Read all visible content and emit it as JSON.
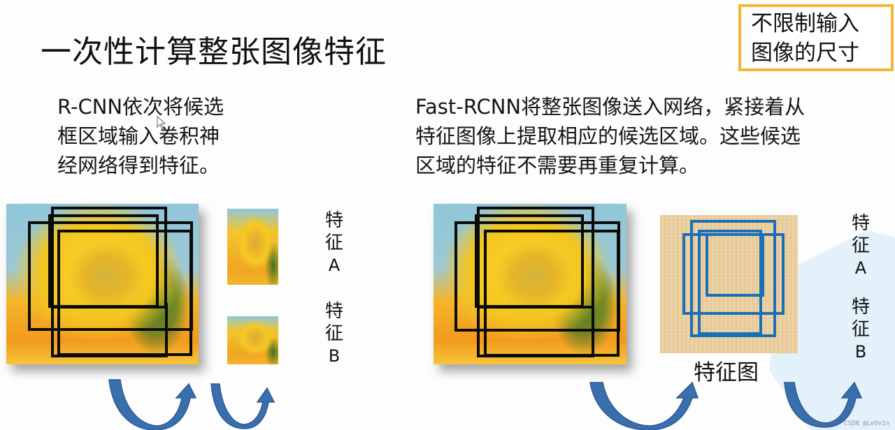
{
  "slide": {
    "title": "一次性计算整张图像特征",
    "note_box": {
      "line1": "不限制输入",
      "line2": "图像的尺寸",
      "border_color": "#f6b531"
    },
    "left_panel": {
      "description_lines": [
        "R-CNN依次将候选",
        "框区域输入卷积神",
        "经网络得到特征。"
      ],
      "feature_a": {
        "chars": [
          "特",
          "征"
        ],
        "letter": "A"
      },
      "feature_b": {
        "chars": [
          "特",
          "征"
        ],
        "letter": "B"
      },
      "box_color": "#0b0b0b"
    },
    "right_panel": {
      "description_lines": [
        "Fast-RCNN将整张图像送入网络，紧接着从",
        "特征图像上提取相应的候选区域。这些候选",
        "区域的特征不需要再重复计算。"
      ],
      "feature_map_caption": "特征图",
      "feature_a": {
        "chars": [
          "特",
          "征"
        ],
        "letter": "A"
      },
      "feature_b": {
        "chars": [
          "特",
          "征"
        ],
        "letter": "B"
      },
      "box_color": "#1a6fb9"
    },
    "arrow_color": "#3a6faf",
    "watermark": "CSDN @LeOv1n"
  }
}
